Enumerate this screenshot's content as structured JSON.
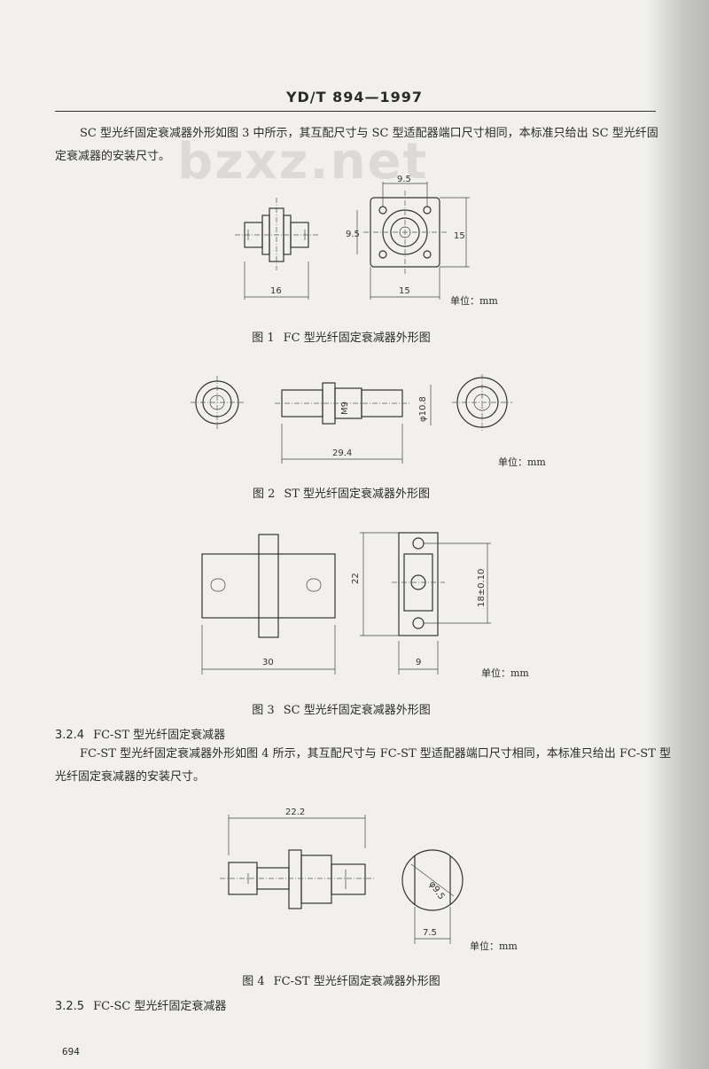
{
  "header": {
    "title": "YD/T 894—1997"
  },
  "watermark": "bzxz.net",
  "paragraphs": {
    "sc_intro": "SC 型光纤固定衰减器外形如图 3 中所示，其互配尺寸与 SC 型适配器端口尺寸相同，本标准只给出 SC 型光纤固定衰减器的安装尺寸。",
    "fcst_intro": "FC-ST 型光纤固定衰减器外形如图 4 所示，其互配尺寸与 FC-ST 型适配器端口尺寸相同，本标准只给出 FC-ST 型光纤固定衰减器的安装尺寸。"
  },
  "sections": [
    {
      "number": "3.2.4",
      "title": "FC-ST 型光纤固定衰减器"
    },
    {
      "number": "3.2.5",
      "title": "FC-SC 型光纤固定衰减器"
    }
  ],
  "figures": [
    {
      "number": "图 1",
      "caption": "FC 型光纤固定衰减器外形图",
      "unit": "单位：mm",
      "dims": {
        "length": "16",
        "square_width": "15",
        "square_height": "15",
        "hole_spacing_x": "9.5",
        "hole_spacing_y": "9.5"
      }
    },
    {
      "number": "图 2",
      "caption": "ST 型光纤固定衰减器外形图",
      "unit": "单位：mm",
      "dims": {
        "length": "29.4",
        "thread": "M9",
        "diameter": "φ10.8"
      }
    },
    {
      "number": "图 3",
      "caption": "SC 型光纤固定衰减器外形图",
      "unit": "单位：mm",
      "dims": {
        "length": "30",
        "height": "22",
        "width": "9",
        "hole_spacing": "18±0.10"
      }
    },
    {
      "number": "图 4",
      "caption": "FC-ST 型光纤固定衰减器外形图",
      "unit": "单位：mm",
      "dims": {
        "length": "22.2",
        "diameter": "φ9.5",
        "flat_width": "7.5"
      }
    }
  ],
  "page_number": "694"
}
